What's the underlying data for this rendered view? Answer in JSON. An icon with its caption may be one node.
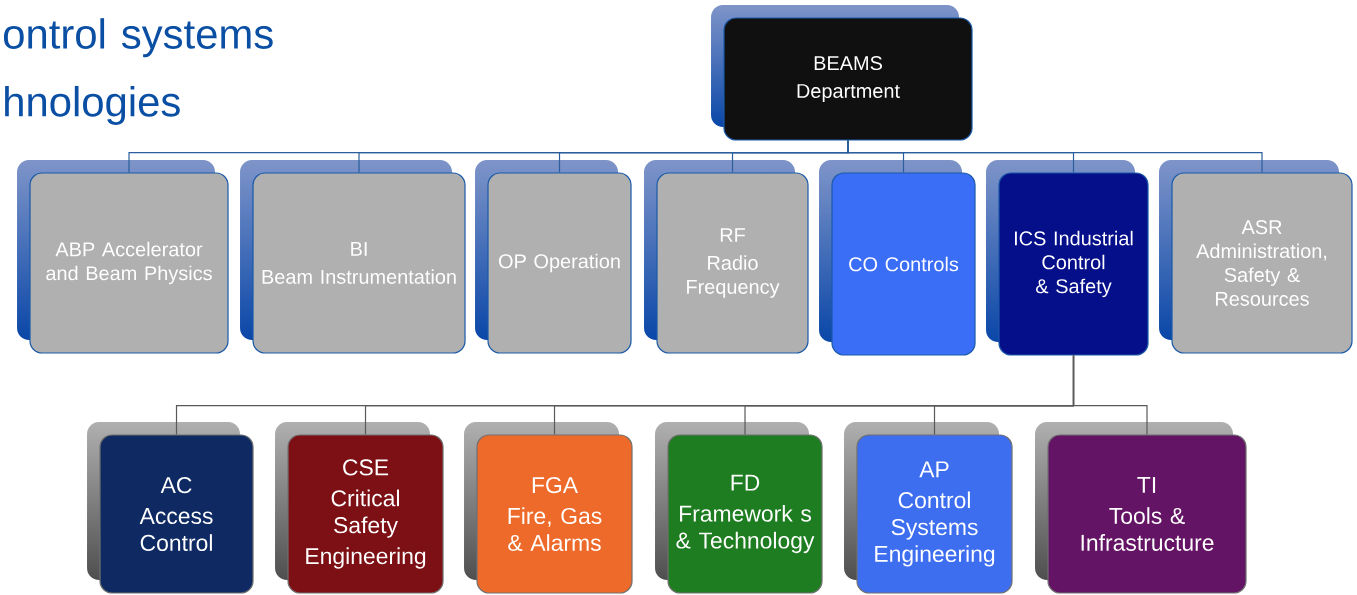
{
  "diagram": {
    "title": "ontrol systems hnologies",
    "nodes": [
      {
        "text": [
          "BEAMS",
          "Department"
        ]
      },
      {
        "text": [
          "ABP Accelerator and Beam Physics"
        ]
      },
      {
        "text": [
          "BI",
          "Beam Instrumentation"
        ]
      },
      {
        "text": [
          "OP Operation"
        ]
      },
      {
        "text": [
          "RF",
          "Radio Frequency"
        ]
      },
      {
        "text": [
          "CO Controls"
        ]
      },
      {
        "text": [
          "ICS Industrial Control & Safety"
        ]
      },
      {
        "text": [
          "ASR Administration, Safety & Resources"
        ]
      },
      {
        "text": [
          "AC",
          "Access Control"
        ]
      },
      {
        "text": [
          "CSE",
          "Critical Safety",
          "Engineering"
        ]
      },
      {
        "text": [
          "FGA",
          "Fire, Gas & Alarms"
        ]
      },
      {
        "text": [
          "FD",
          "Framework s & Technology"
        ]
      },
      {
        "text": [
          "AP",
          "Control Systems Engineering"
        ]
      },
      {
        "text": [
          "TI",
          "Tools & Infrastructure"
        ]
      }
    ],
    "edges": [
      {
        "from": 0,
        "to": 1,
        "arrow": "none"
      },
      {
        "from": 0,
        "to": 2,
        "arrow": "none"
      },
      {
        "from": 0,
        "to": 3,
        "arrow": "none"
      },
      {
        "from": 0,
        "to": 4,
        "arrow": "none"
      },
      {
        "from": 0,
        "to": 5,
        "arrow": "none"
      },
      {
        "from": 0,
        "to": 6,
        "arrow": "none"
      },
      {
        "from": 0,
        "to": 7,
        "arrow": "none"
      },
      {
        "from": 6,
        "to": 8,
        "arrow": "none"
      },
      {
        "from": 6,
        "to": 9,
        "arrow": "none"
      },
      {
        "from": 6,
        "to": 10,
        "arrow": "none"
      },
      {
        "from": 6,
        "to": 11,
        "arrow": "none"
      },
      {
        "from": 6,
        "to": 12,
        "arrow": "none"
      },
      {
        "from": 6,
        "to": 13,
        "arrow": "none"
      }
    ]
  }
}
